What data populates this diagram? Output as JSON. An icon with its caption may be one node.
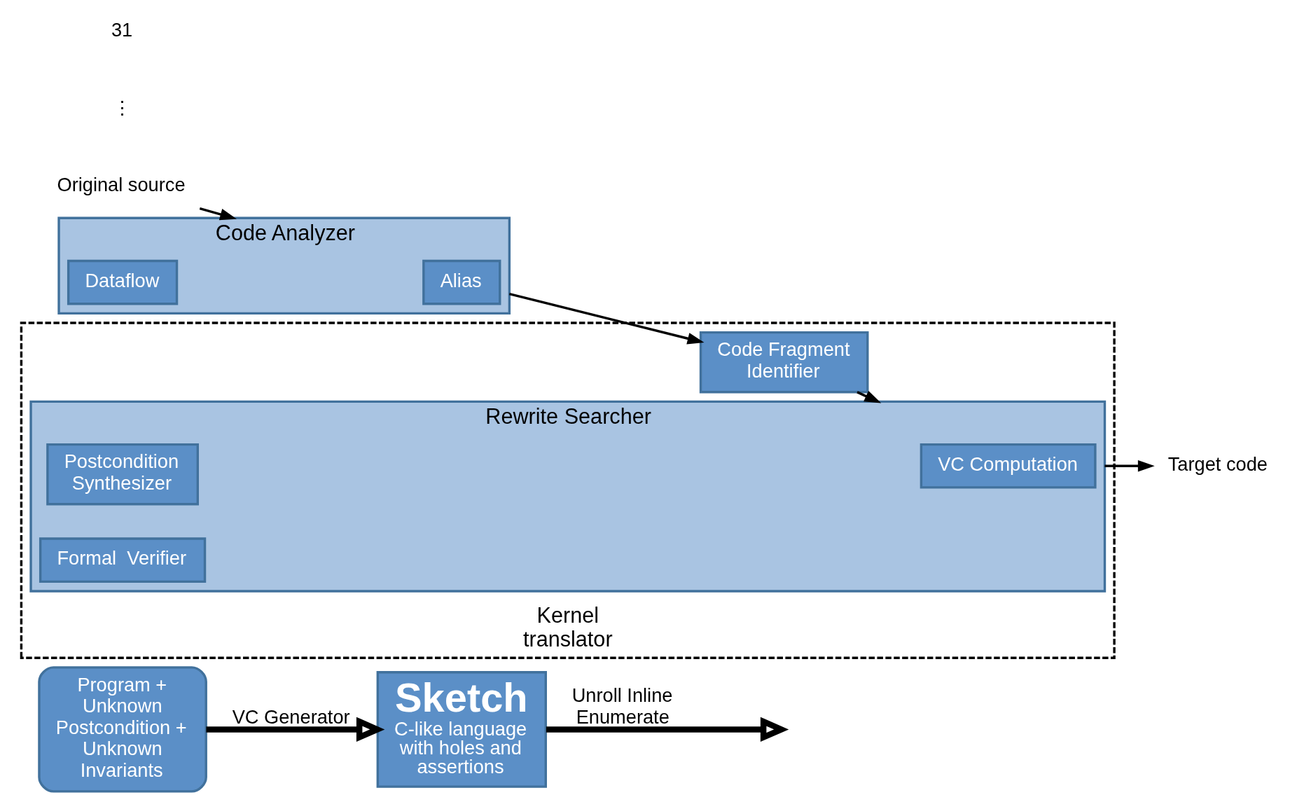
{
  "diagram": {
    "nodes": [
      {
        "text": [
          "Program + Unknown Postcondition + Unknown Invariants"
        ]
      },
      {
        "text": [
          "Sketch",
          "C-like language with holes and assertions"
        ]
      },
      {
        "text": [
          "Original source"
        ]
      },
      {
        "text": [
          "Code Analyzer"
        ]
      },
      {
        "text": [
          "Alias"
        ],
        "in": 3
      },
      {
        "text": [
          "Dataflow"
        ],
        "in": 3
      },
      {
        "text": [
          "Kernel translator"
        ]
      },
      {
        "text": [
          "Code Fragment Identifier"
        ],
        "in": 6
      },
      {
        "text": [
          "Rewrite Searcher"
        ],
        "in": 6
      },
      {
        "text": [
          "VC Computation"
        ],
        "in": 8
      },
      {
        "text": [
          "Postcondition Synthesizer"
        ],
        "in": 8
      },
      {
        "text": [
          "Formal  Verifier"
        ],
        "in": 8
      },
      {
        "text": [
          "Target code"
        ]
      }
    ],
    "edges": [
      {
        "from": 0,
        "to": 1,
        "arrow": "to",
        "label": "VC Generator",
        "style": "thick"
      },
      {
        "from": 1,
        "to": null,
        "arrow": "to",
        "label": "Unroll Inline Enumerate",
        "style": "thick"
      },
      {
        "from": 2,
        "to": 3,
        "arrow": "to"
      },
      {
        "from": 3,
        "to": 7,
        "arrow": "to"
      },
      {
        "from": 7,
        "to": 8,
        "arrow": "to"
      },
      {
        "from": 8,
        "to": 12,
        "arrow": "to"
      }
    ],
    "labels": [
      "⋮",
      "31"
    ]
  }
}
